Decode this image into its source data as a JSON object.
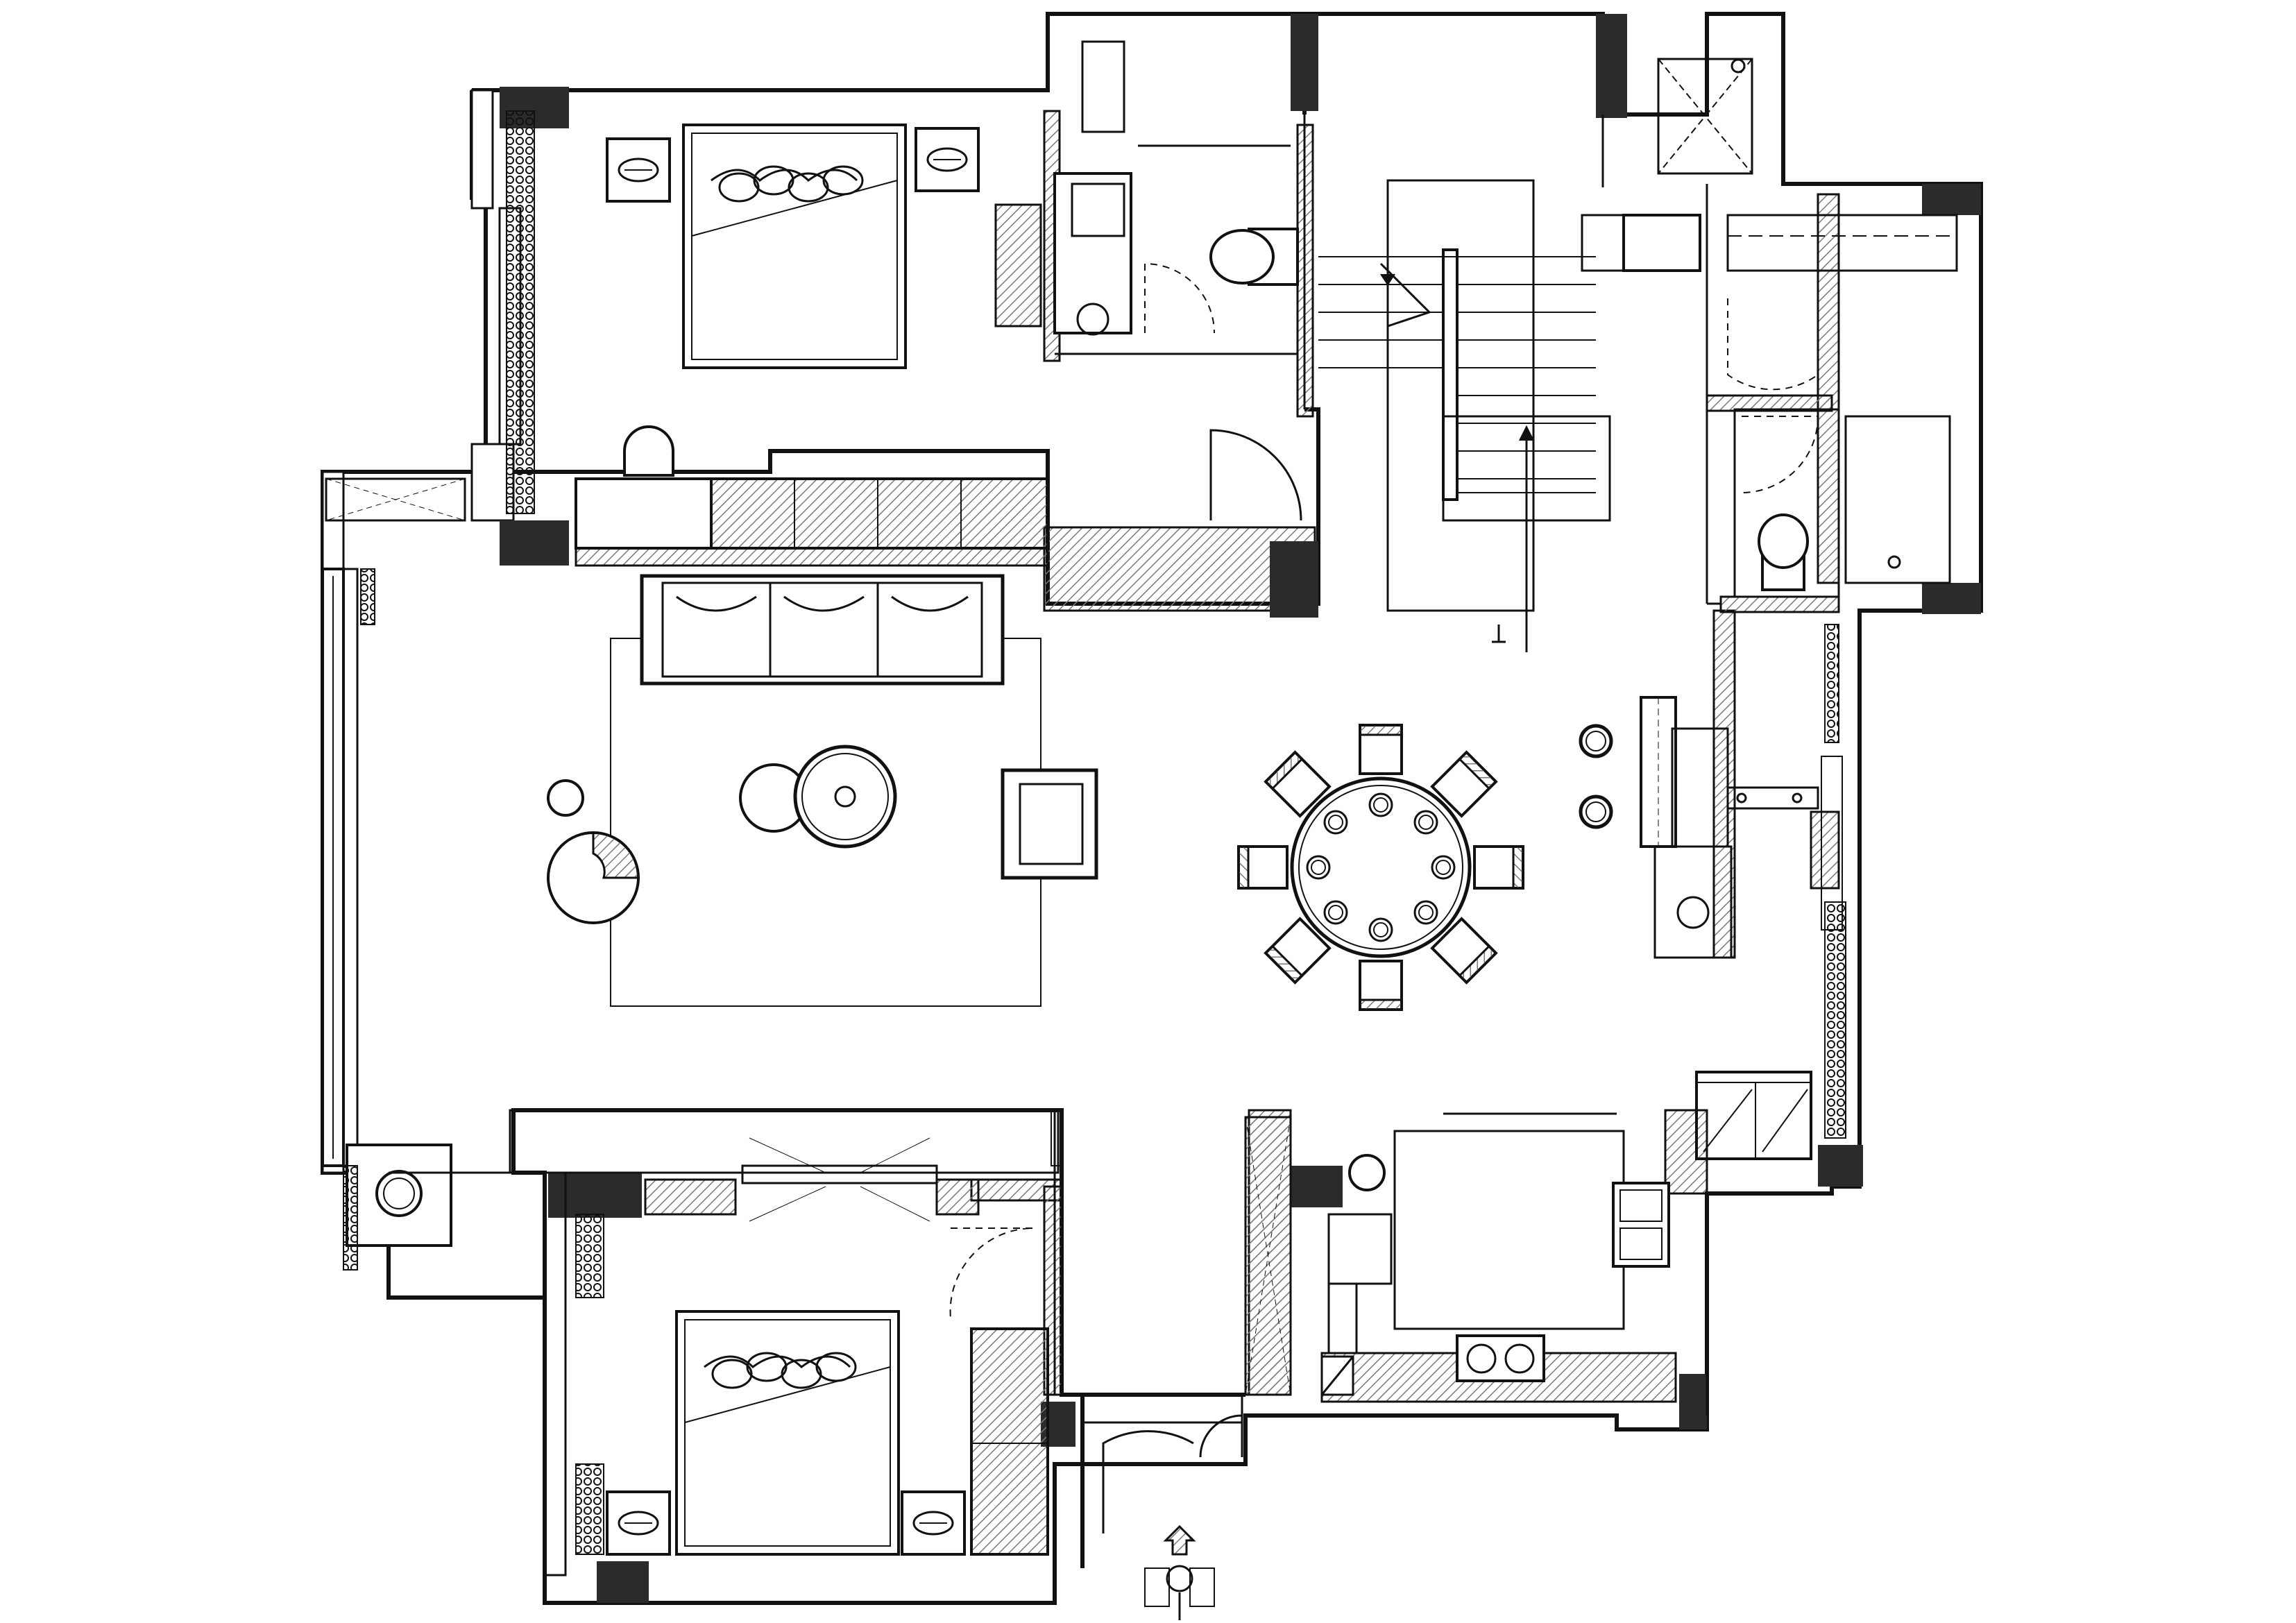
{
  "drawing": {
    "type": "architectural-floor-plan",
    "colors": {
      "background": "#ffffff",
      "line": "#111111",
      "column_fill": "#2b2b2b",
      "wall_hatch": "#7a7a7a"
    },
    "rooms": [
      {
        "key": "master-bedroom-upper"
      },
      {
        "key": "bathroom-upper"
      },
      {
        "key": "stairwell"
      },
      {
        "key": "utility-room"
      },
      {
        "key": "bathroom-right"
      },
      {
        "key": "living-room"
      },
      {
        "key": "dining-area"
      },
      {
        "key": "bedroom-lower"
      },
      {
        "key": "kitchen"
      },
      {
        "key": "entry"
      }
    ],
    "furniture": [
      "double-bed",
      "nightstand",
      "sofa",
      "rug",
      "coffee-table",
      "armchair",
      "lounge-chair",
      "round-dining-table",
      "dining-chair",
      "toilet",
      "washbasin",
      "kitchen-sink",
      "cooktop",
      "wardrobe",
      "desk",
      "desk-chair",
      "bar-stool",
      "kitchen-island",
      "plant"
    ],
    "symbols": [
      "door-swing",
      "stair-arrow",
      "structural-column",
      "window",
      "entrance-arrow",
      "curtain"
    ]
  }
}
